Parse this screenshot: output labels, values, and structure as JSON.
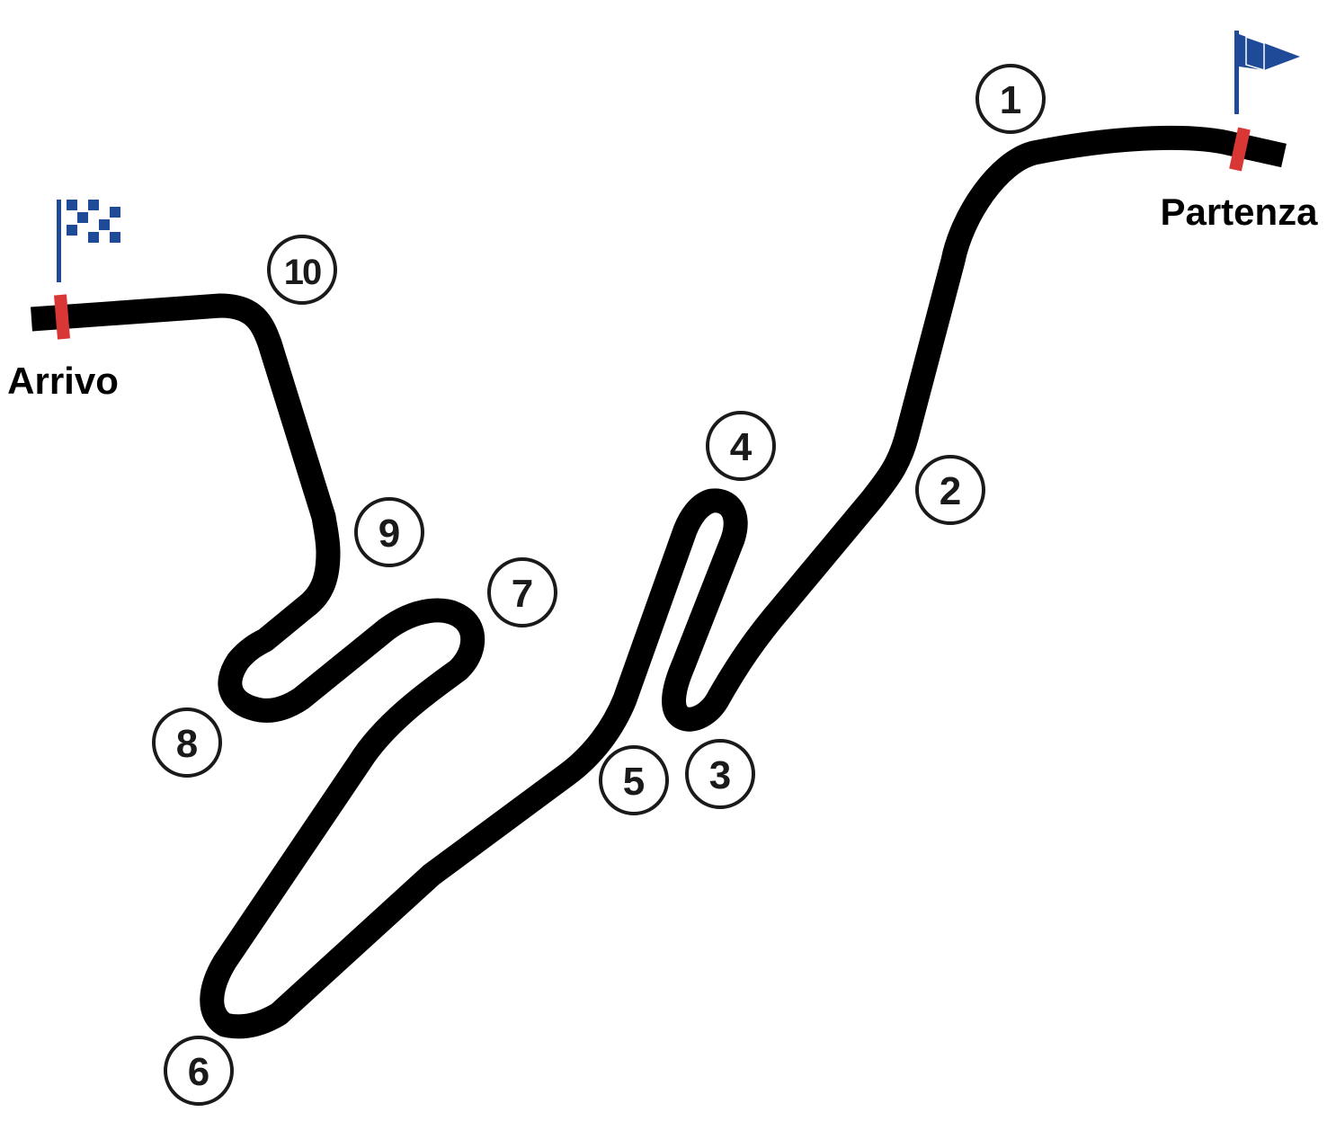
{
  "colors": {
    "track": "#000000",
    "marker": "#d93636",
    "flag": "#1f4a97",
    "circle_stroke": "#1a1a1a"
  },
  "start": {
    "label": "Partenza",
    "flag_icon": "flag-icon"
  },
  "finish": {
    "label": "Arrivo",
    "flag_icon": "checkered-flag-icon"
  },
  "turns": [
    "1",
    "2",
    "3",
    "4",
    "5",
    "6",
    "7",
    "8",
    "9",
    "10"
  ]
}
